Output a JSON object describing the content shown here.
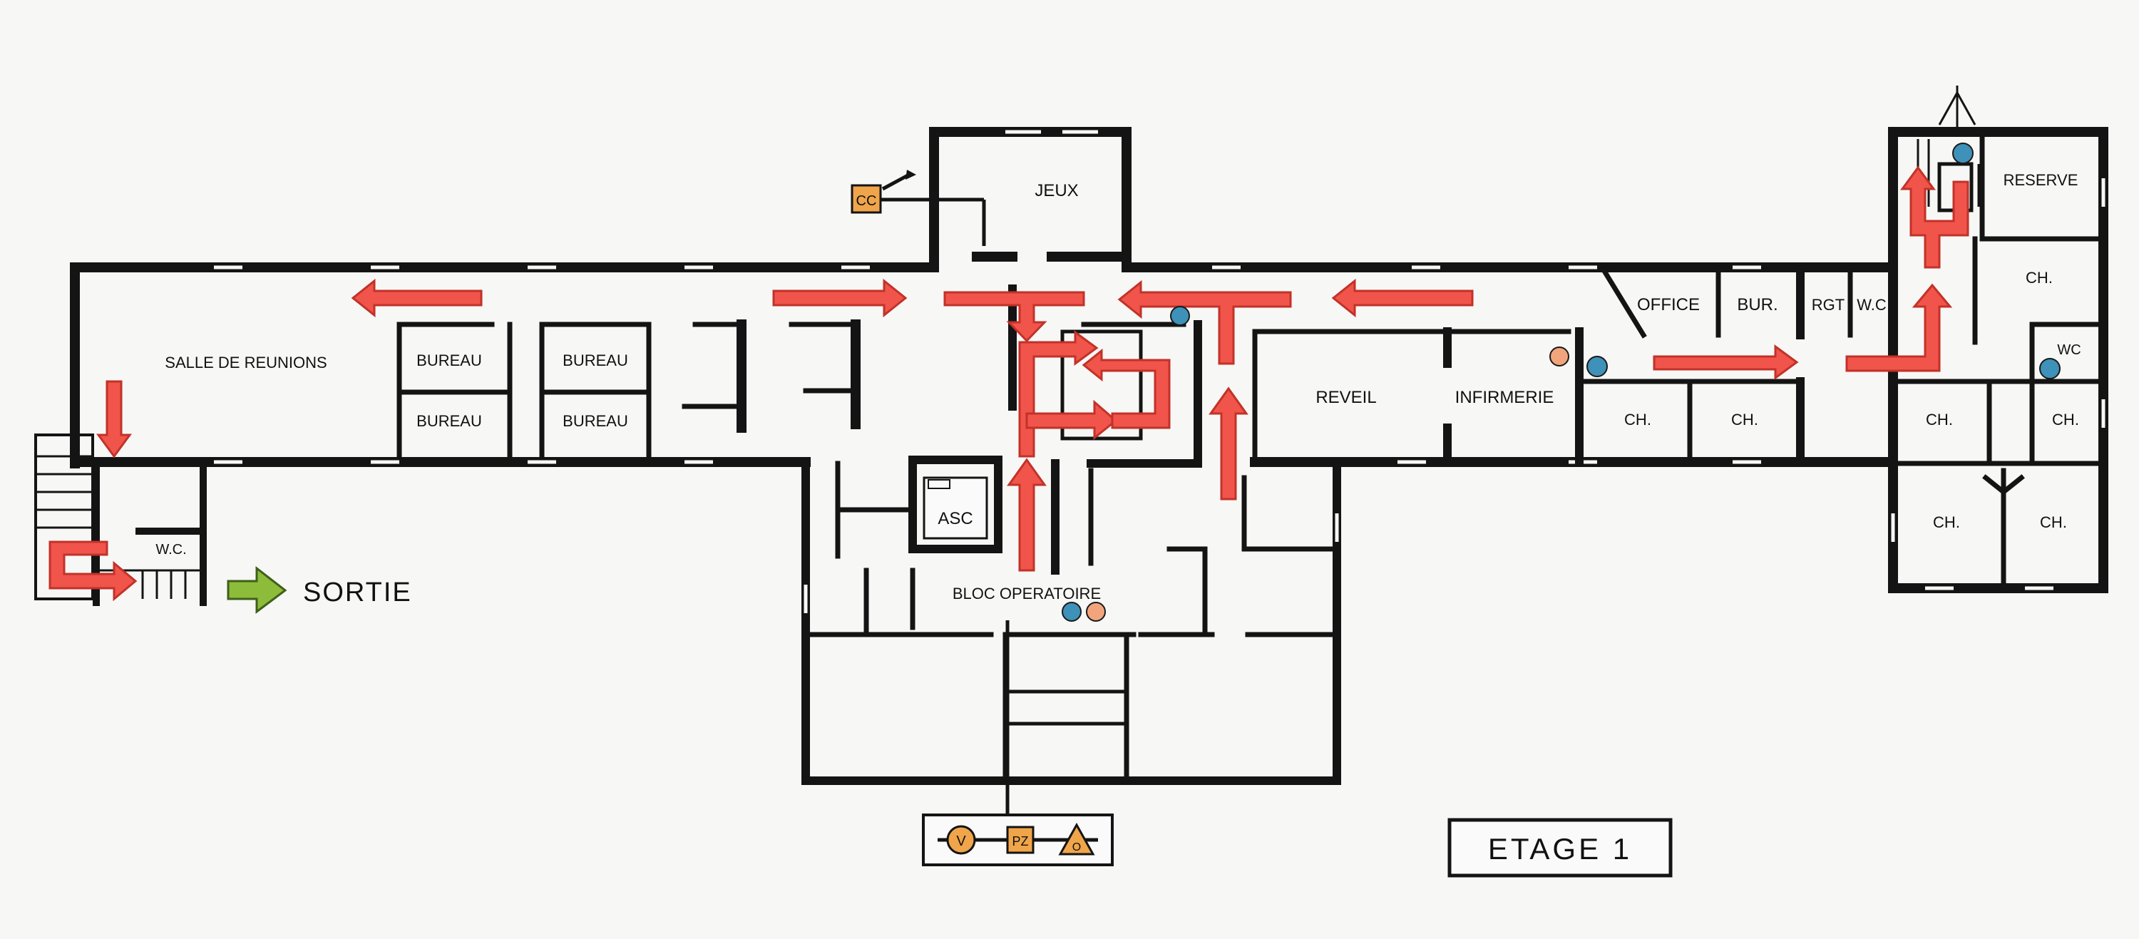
{
  "plan": {
    "level_title": "ETAGE 1",
    "exit_label": "SORTIE",
    "rooms": {
      "jeux": "JEUX",
      "salle": "SALLE DE REUNIONS",
      "bureau_1": "BUREAU",
      "bureau_2": "BUREAU",
      "bureau_3": "BUREAU",
      "bureau_4": "BUREAU",
      "asc": "ASC",
      "bloc": "BLOC OPERATOIRE",
      "reveil": "REVEIL",
      "infirmerie": "INFIRMERIE",
      "office": "OFFICE",
      "bur": "BUR.",
      "rgt": "RGT",
      "wc_corridor": "W.C",
      "reserve": "RESERVE",
      "ch_1": "CH.",
      "ch_2": "CH.",
      "ch_3": "CH.",
      "ch_4": "CH.",
      "ch_5": "CH.",
      "ch_6": "CH.",
      "ch_7": "CH.",
      "wc_east": "WC",
      "wc_west": "W.C."
    },
    "symbols": {
      "cc": "CC",
      "v": "V",
      "pz": "PZ",
      "o": "O"
    },
    "colors": {
      "evac_arrow": "#f0544a",
      "exit_arrow": "#8cbc3a",
      "extinguisher": "#3e91b8",
      "alarm_point": "#f2a57c",
      "symbol_box": "#f0a54a",
      "wall": "#141414"
    }
  }
}
